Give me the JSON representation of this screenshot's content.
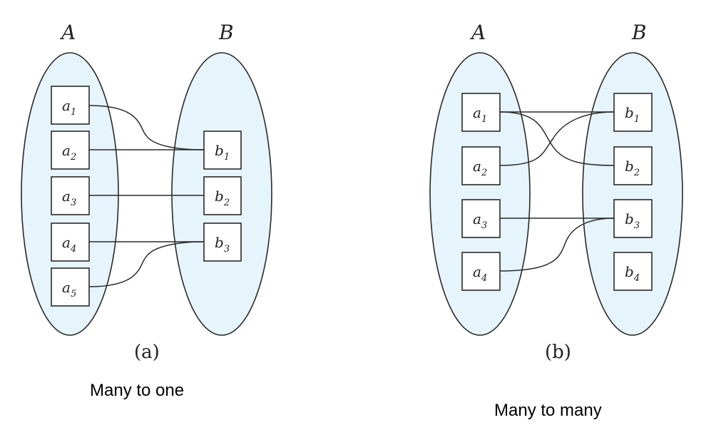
{
  "diagram_a": {
    "set_a_label": "A",
    "set_b_label": "B",
    "set_a_elements": [
      {
        "main": "a",
        "sub": "1"
      },
      {
        "main": "a",
        "sub": "2"
      },
      {
        "main": "a",
        "sub": "3"
      },
      {
        "main": "a",
        "sub": "4"
      },
      {
        "main": "a",
        "sub": "5"
      }
    ],
    "set_b_elements": [
      {
        "main": "b",
        "sub": "1"
      },
      {
        "main": "b",
        "sub": "2"
      },
      {
        "main": "b",
        "sub": "3"
      }
    ],
    "mapping": [
      [
        1,
        1
      ],
      [
        2,
        1
      ],
      [
        3,
        2
      ],
      [
        4,
        3
      ],
      [
        5,
        3
      ]
    ],
    "sub_label": "(a)",
    "caption": "Many to one"
  },
  "diagram_b": {
    "set_a_label": "A",
    "set_b_label": "B",
    "set_a_elements": [
      {
        "main": "a",
        "sub": "1"
      },
      {
        "main": "a",
        "sub": "2"
      },
      {
        "main": "a",
        "sub": "3"
      },
      {
        "main": "a",
        "sub": "4"
      }
    ],
    "set_b_elements": [
      {
        "main": "b",
        "sub": "1"
      },
      {
        "main": "b",
        "sub": "2"
      },
      {
        "main": "b",
        "sub": "3"
      },
      {
        "main": "b",
        "sub": "4"
      }
    ],
    "mapping": [
      [
        1,
        1
      ],
      [
        1,
        2
      ],
      [
        2,
        1
      ],
      [
        3,
        3
      ],
      [
        4,
        3
      ]
    ],
    "sub_label": "(b)",
    "caption": "Many to many"
  }
}
